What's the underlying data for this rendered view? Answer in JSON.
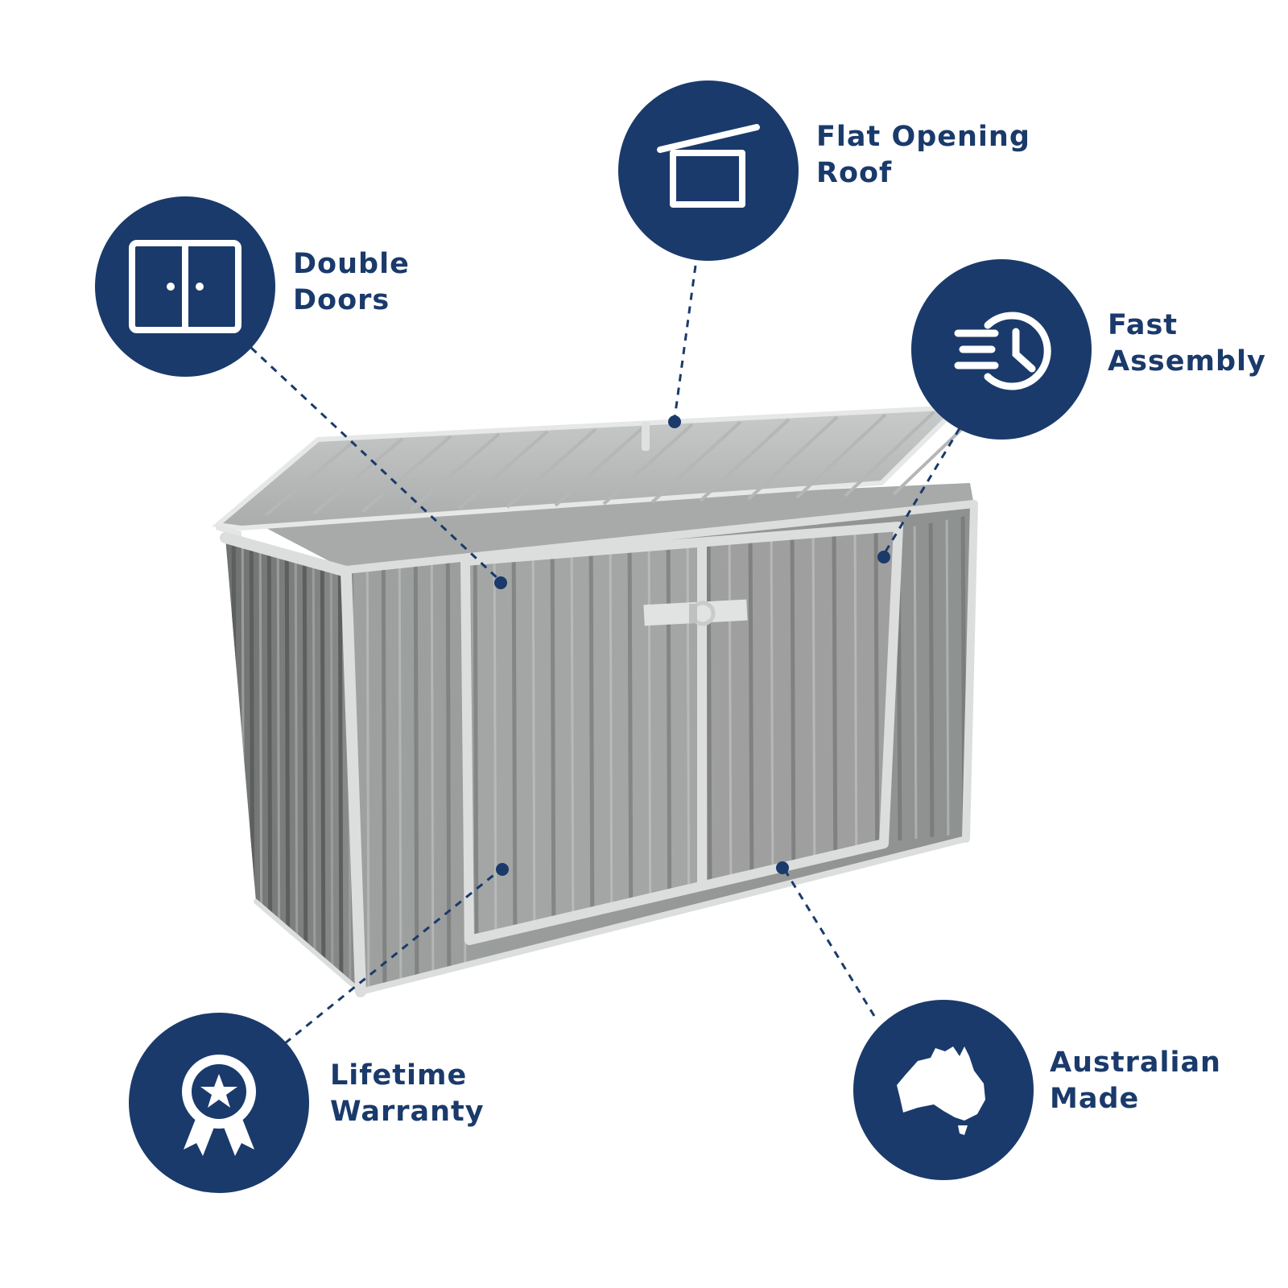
{
  "colors": {
    "brand_navy": "#1a3a6b",
    "icon_white": "#ffffff",
    "shed_panel": "#8c8f8e",
    "shed_trim": "#d8dbda",
    "background": "#ffffff"
  },
  "product": {
    "image_alt": "Grey steel storage shed with open flat roof and double doors",
    "icon": "storage-shed-illustration"
  },
  "features": [
    {
      "id": "flat-roof",
      "icon": "flat-opening-roof-icon",
      "line1": "Flat Opening",
      "line2": "Roof"
    },
    {
      "id": "double-doors",
      "icon": "double-doors-icon",
      "line1": "Double",
      "line2": "Doors"
    },
    {
      "id": "fast-assembly",
      "icon": "fast-clock-icon",
      "line1": "Fast",
      "line2": "Assembly"
    },
    {
      "id": "lifetime-warranty",
      "icon": "award-ribbon-star-icon",
      "line1": "Lifetime",
      "line2": "Warranty"
    },
    {
      "id": "australian-made",
      "icon": "australia-map-icon",
      "line1": "Australian",
      "line2": "Made"
    }
  ]
}
